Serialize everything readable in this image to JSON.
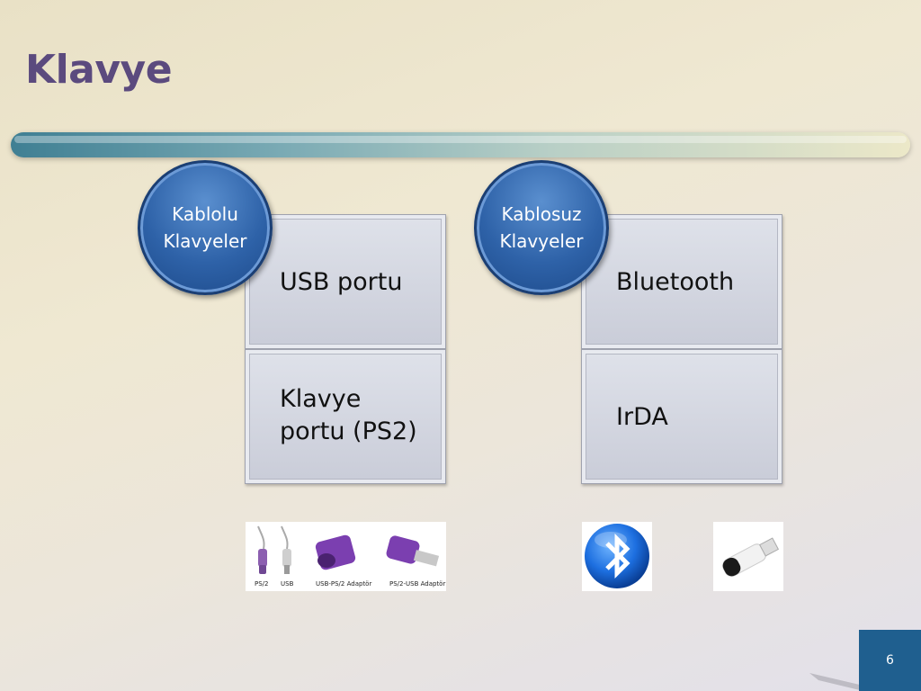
{
  "slide": {
    "title": "Klavye",
    "page_number": "6"
  },
  "wired": {
    "circle_label": "Kablolu Klavyeler",
    "items": [
      "USB portu",
      "Klavye portu (PS2)"
    ],
    "image_captions": [
      "PS/2",
      "USB",
      "USB-PS/2 Adaptör",
      "PS/2-USB Adaptör"
    ]
  },
  "wireless": {
    "circle_label": "Kablosuz Klavyeler",
    "items": [
      "Bluetooth",
      "IrDA"
    ]
  },
  "colors": {
    "title": "#5b4a7e",
    "circle": "#2e62a8",
    "box": "#d3d6e0",
    "page_badge": "#1f5f8f"
  }
}
